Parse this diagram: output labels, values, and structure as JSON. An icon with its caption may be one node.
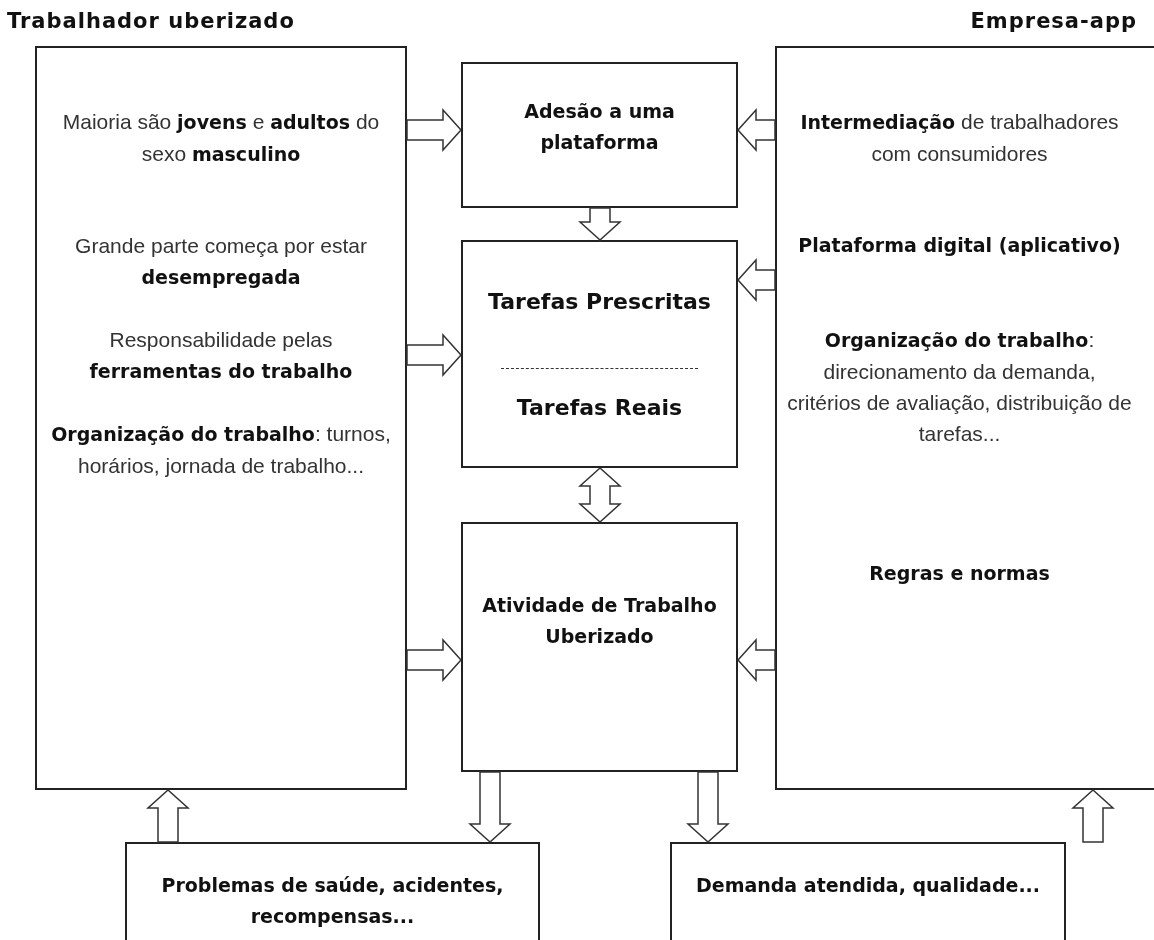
{
  "diagram": {
    "nodes": [
      {
        "text": [
          "Trabalhador uberizado",
          "Maioria são **jovens** e **adultos** do sexo **masculino**",
          "Grande parte começa por estar **desempregada**",
          "Responsabilidade pelas **ferramentas do trabalho**",
          "**Organização do trabalho**: turnos, horários, jornada de trabalho..."
        ]
      },
      {
        "text": [
          "Empresa-app",
          "**Intermediação** de trabalhadores com consumidores",
          "Plataforma digital (aplicativo)",
          "**Organização do trabalho**: direcionamento da demanda, critérios de avaliação, distribuição de tarefas...",
          "Regras e normas"
        ]
      },
      {
        "text": [
          "Adesão a uma plataforma"
        ]
      },
      {
        "text": [
          "Tarefas Prescritas",
          "Tarefas Reais"
        ]
      },
      {
        "text": [
          "Atividade de Trabalho Uberizado"
        ]
      },
      {
        "text": [
          "Problemas de saúde, acidentes, recompensas..."
        ]
      },
      {
        "text": [
          "Demanda atendida, qualidade..."
        ]
      }
    ],
    "edges": [
      {
        "from": 0,
        "to": 2,
        "arrow": "to"
      },
      {
        "from": 1,
        "to": 2,
        "arrow": "to"
      },
      {
        "from": 2,
        "to": 3,
        "arrow": "to"
      },
      {
        "from": 1,
        "to": 3,
        "arrow": "to"
      },
      {
        "from": 0,
        "to": 3,
        "arrow": "to"
      },
      {
        "from": 3,
        "to": 4,
        "arrow": "both"
      },
      {
        "from": 0,
        "to": 4,
        "arrow": "to"
      },
      {
        "from": 1,
        "to": 4,
        "arrow": "to"
      },
      {
        "from": 4,
        "to": 5,
        "arrow": "to"
      },
      {
        "from": 5,
        "to": 0,
        "arrow": "to"
      },
      {
        "from": 4,
        "to": 6,
        "arrow": "to"
      },
      {
        "from": 6,
        "to": 1,
        "arrow": "to"
      }
    ]
  }
}
